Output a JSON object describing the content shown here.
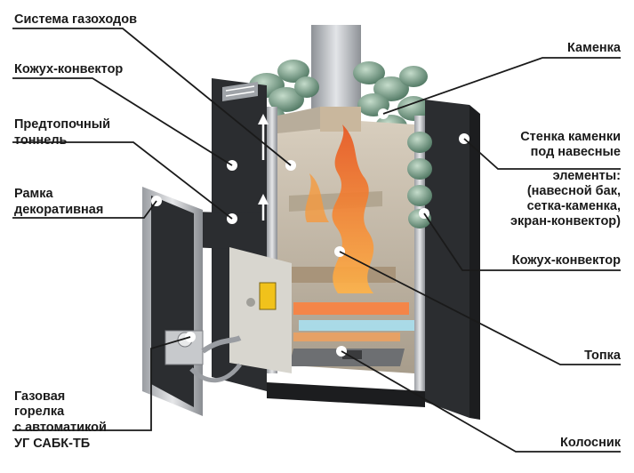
{
  "labels": {
    "gas_flue_system": "Система газоходов",
    "casing_convector_top": "Кожух-конвектор",
    "pre_furnace_tunnel_line1": "Предтопочный",
    "pre_furnace_tunnel_line2": "тоннель",
    "decorative_frame_line1": "Рамка",
    "decorative_frame_line2": "декоративная",
    "gas_burner_line1": "Газовая",
    "gas_burner_line2": "горелка",
    "gas_burner_line3": "с автоматикой",
    "gas_burner_line4": "УГ САБК-ТБ",
    "stone_heater": "Каменка",
    "heater_wall_line1": "Стенка каменки",
    "heater_wall_line2": "под навесные",
    "heater_wall_line3": "элементы:",
    "heater_wall_line4": "(навесной бак,",
    "heater_wall_line5": "сетка-каменка,",
    "heater_wall_line6": "экран-конвектор)",
    "casing_convector_right": "Кожух-конвектор",
    "firebox": "Топка",
    "grate": "Колосник"
  },
  "colors": {
    "casing": "#2b2d30",
    "interior": "#c9bfae",
    "stones": "#7fa88a",
    "flame": "#f2762a",
    "burner_door": "#d8d6cf",
    "control_unit": "#f1c21b",
    "leader_line": "#1a1a1a"
  }
}
